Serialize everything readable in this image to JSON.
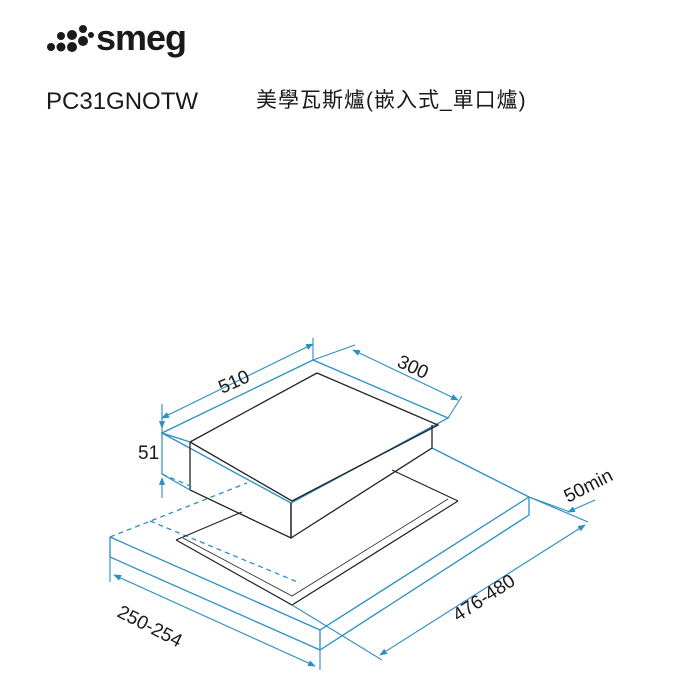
{
  "brand": {
    "logo_text": "smeg"
  },
  "product": {
    "model": "PC31GNOTW",
    "description": "美學瓦斯爐(嵌入式_單口爐)"
  },
  "dimensions": {
    "width_label": "510",
    "depth_label": "300",
    "height_label": "51",
    "clearance_label": "50min",
    "cutout_depth_label": "250-254",
    "cutout_width_label": "476-480"
  },
  "colors": {
    "line_blue": "#2a8fc4",
    "line_dark": "#222222"
  }
}
